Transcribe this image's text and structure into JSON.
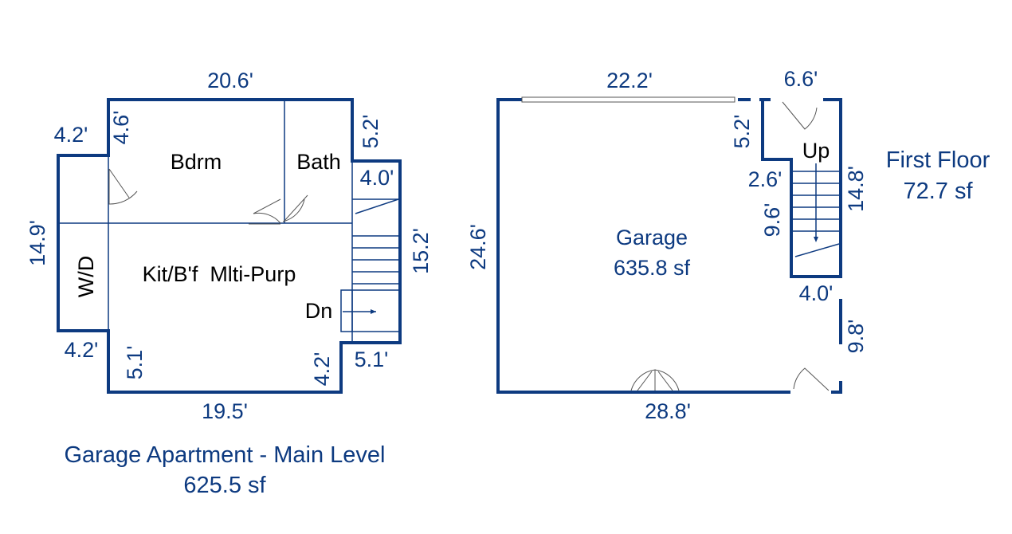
{
  "colors": {
    "wall": "#0d3a80",
    "label": "#0d3a80",
    "room_text": "#000000",
    "door": "#555555"
  },
  "main_level": {
    "title": "Garage Apartment - Main Level",
    "area": "625.5 sf",
    "rooms": {
      "bedroom": "Bdrm",
      "bath": "Bath",
      "laundry": "W/D",
      "kitchen": "Kit/B'f  Mlti-Purp",
      "stairs_down": "Dn"
    },
    "dims": {
      "top": "20.6'",
      "bedroom_wall": "4.6'",
      "left_upper": "4.2'",
      "bath_right": "5.2'",
      "stair_top": "4.0'",
      "left_height": "14.9'",
      "stair_height": "15.2'",
      "left_lower": "4.2'",
      "bottom_left_v": "5.1'",
      "bottom_right_v": "4.2'",
      "bottom_step": "5.1'",
      "bottom": "19.5'"
    }
  },
  "garage": {
    "room": "Garage",
    "area": "635.8 sf",
    "stairs_up": "Up",
    "dims": {
      "top": "22.2'",
      "stair_top": "6.6'",
      "stair_notch": "5.2'",
      "stair_step": "2.6'",
      "stair_run": "9.6'",
      "right_upper": "14.8'",
      "left": "24.6'",
      "stair_bottom": "4.0'",
      "right_lower": "9.8'",
      "bottom": "28.8'"
    }
  },
  "first_floor": {
    "title": "First Floor",
    "area": "72.7 sf"
  }
}
